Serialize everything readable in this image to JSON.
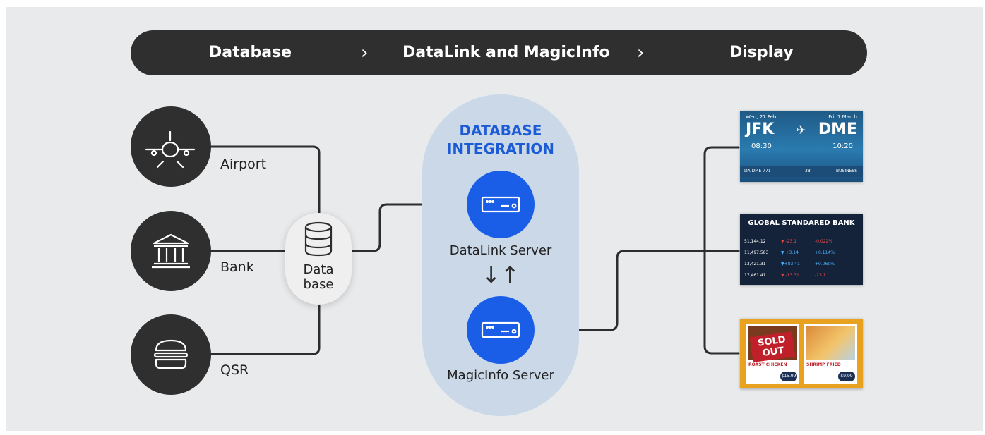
{
  "header": {
    "step1": "Database",
    "step2": "DataLink and MagicInfo",
    "step3": "Display",
    "separator": "›"
  },
  "sources": [
    {
      "label": "Airport",
      "icon": "airplane-icon"
    },
    {
      "label": "Bank",
      "icon": "bank-building-icon"
    },
    {
      "label": "QSR",
      "icon": "burger-icon"
    }
  ],
  "database": {
    "line1": "Data",
    "line2": "base",
    "icon": "database-icon"
  },
  "integration": {
    "title_line1": "DATABASE",
    "title_line2": "INTEGRATION",
    "datalink_label": "DataLink Server",
    "magicinfo_label": "MagicInfo Server",
    "exchange_arrows": "↓↑"
  },
  "displays": {
    "flight": {
      "date_left": "Wed, 27 Feb",
      "date_right": "Fri, 7 March",
      "from": "JFK",
      "to": "DME",
      "dep_time": "08:30",
      "arr_time": "10:20",
      "flight_no": "DA-DME 771",
      "gate": "38",
      "class": "BUSINESS"
    },
    "bank": {
      "title": "GLOBAL STANDARED BANK",
      "rows": [
        {
          "a": "51,144.12",
          "b": "▼ -23.1",
          "c": "-0.022%"
        },
        {
          "a": "11,497.583",
          "b": "▼ +3.14",
          "c": "+0.114%"
        },
        {
          "a": "13,421.31",
          "b": "▼+83.41",
          "c": "+0.060%"
        },
        {
          "a": "17,461.41",
          "b": "▼ -13.31",
          "c": "-23.1"
        }
      ]
    },
    "menu": {
      "left_item": "ROAST CHICKEN",
      "left_price": "$15.99",
      "left_badge": "SOLD OUT",
      "right_item": "SHRIMP FRIED",
      "right_price": "$9.99"
    }
  },
  "colors": {
    "background": "#e8eaec",
    "header_bar": "#2f2f2f",
    "accent_blue": "#1a5ee8",
    "zone": "#cbd8e8",
    "title_blue": "#1c5bd6",
    "connector": "#2d2d2d"
  }
}
